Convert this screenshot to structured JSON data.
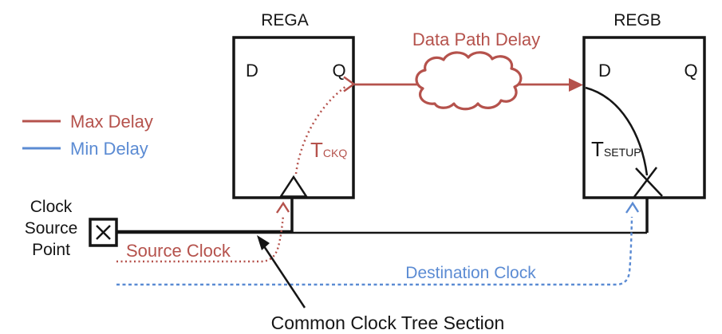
{
  "colors": {
    "max_delay_red": "#b5524c",
    "min_delay_blue": "#5b8bd3",
    "ink_black": "#151515",
    "background": "#ffffff"
  },
  "legend": {
    "items": [
      {
        "label": "Max Delay",
        "color": "#b5524c",
        "line_style": "solid"
      },
      {
        "label": "Min Delay",
        "color": "#5b8bd3",
        "line_style": "solid"
      }
    ]
  },
  "clock_source": {
    "label_lines": [
      "Clock",
      "Source",
      "Point"
    ],
    "symbol": "x-in-box"
  },
  "registers": {
    "rega": {
      "title": "REGA",
      "pins": {
        "d": "D",
        "q": "Q"
      },
      "timing": {
        "base": "T",
        "sub": "CKQ"
      }
    },
    "regb": {
      "title": "REGB",
      "pins": {
        "d": "D",
        "q": "Q"
      },
      "timing": {
        "base": "T",
        "sub": "SETUP"
      }
    }
  },
  "labels": {
    "data_path_delay": "Data Path Delay",
    "source_clock": "Source Clock",
    "destination_clock": "Destination Clock",
    "common_clock_tree": "Common Clock Tree Section"
  }
}
